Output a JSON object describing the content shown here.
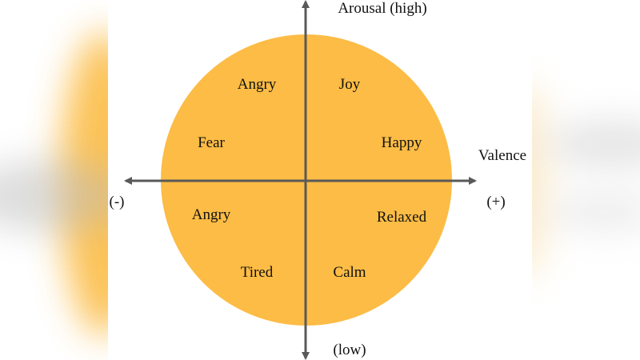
{
  "colors": {
    "circle": "#FCBC45",
    "axis": "#595959",
    "text": "#111111"
  },
  "axes": {
    "vertical_top": "Arousal (high)",
    "vertical_bottom": "(low)",
    "horizontal_right": "Valence",
    "negative": "(-)",
    "positive": "(+)"
  },
  "emotions": {
    "upper_left_top": "Angry",
    "upper_right_top": "Joy",
    "upper_left": "Fear",
    "upper_right": "Happy",
    "lower_left": "Angry",
    "lower_right": "Relaxed",
    "lower_left_bottom": "Tired",
    "lower_right_bottom": "Calm"
  }
}
